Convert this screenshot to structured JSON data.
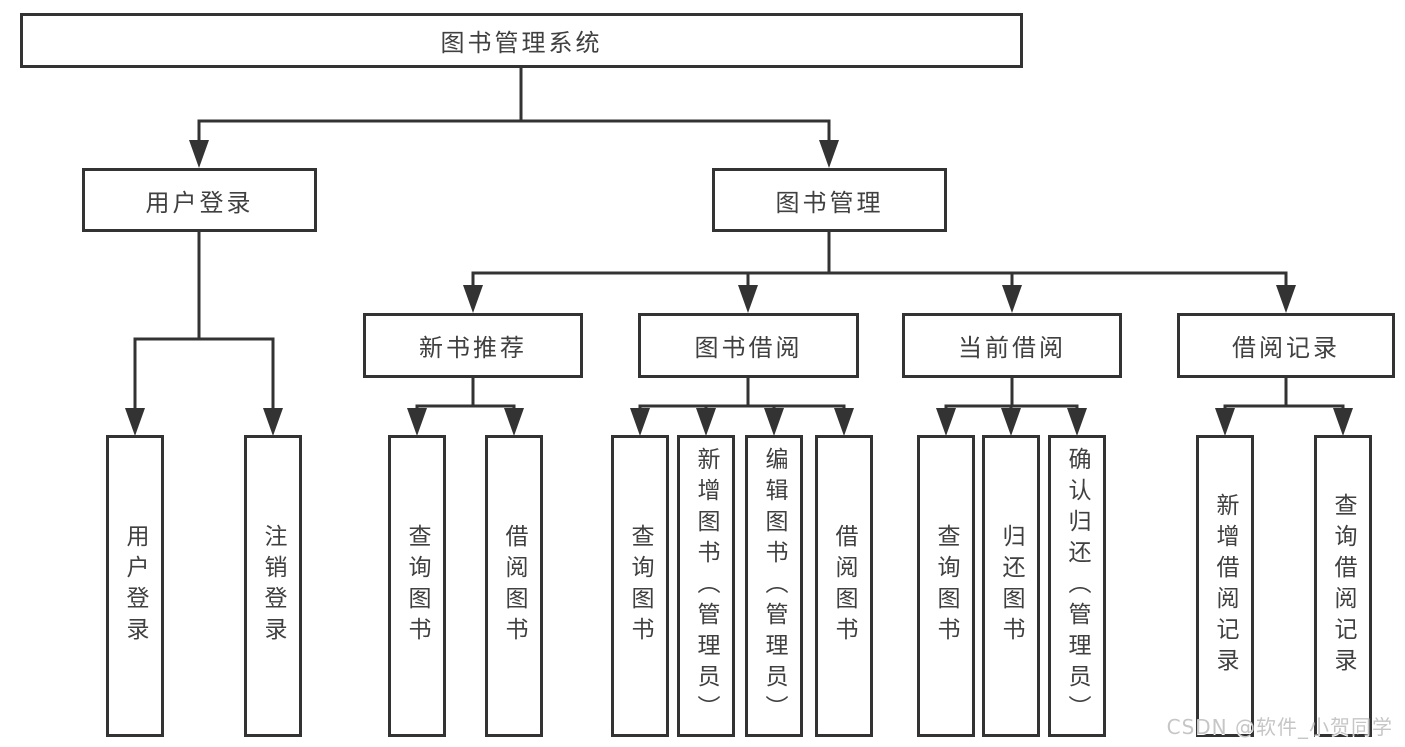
{
  "tree": {
    "label": "图书管理系统",
    "children": [
      {
        "label": "用户登录",
        "children": [
          {
            "label": "用户登录"
          },
          {
            "label": "注销登录"
          }
        ]
      },
      {
        "label": "图书管理",
        "children": [
          {
            "label": "新书推荐",
            "children": [
              {
                "label": "查询图书"
              },
              {
                "label": "借阅图书"
              }
            ]
          },
          {
            "label": "图书借阅",
            "children": [
              {
                "label": "查询图书"
              },
              {
                "label": "新增图书（管理员）"
              },
              {
                "label": "编辑图书（管理员）"
              },
              {
                "label": "借阅图书"
              }
            ]
          },
          {
            "label": "当前借阅",
            "children": [
              {
                "label": "查询图书"
              },
              {
                "label": "归还图书"
              },
              {
                "label": "确认归还（管理员）"
              }
            ]
          },
          {
            "label": "借阅记录",
            "children": [
              {
                "label": "新增借阅记录"
              },
              {
                "label": "查询借阅记录"
              }
            ]
          }
        ]
      }
    ]
  },
  "watermark": "CSDN @软件_小贺同学",
  "colors": {
    "line": "#333333",
    "text": "#404040",
    "watermark": "#c6c6c6"
  }
}
